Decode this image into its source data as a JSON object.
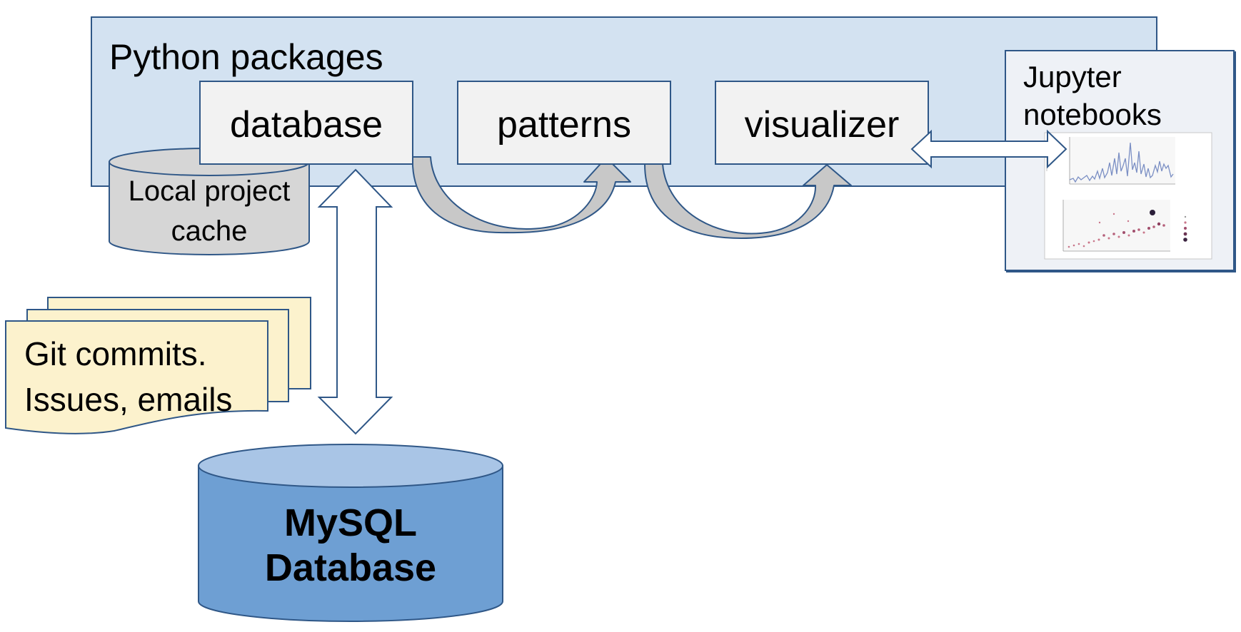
{
  "container": {
    "title": "Python packages"
  },
  "packages": {
    "database": "database",
    "patterns": "patterns",
    "visualizer": "visualizer"
  },
  "cache": {
    "line1": "Local project",
    "line2": "cache"
  },
  "sources": {
    "line1": "Git commits.",
    "line2": "Issues, emails"
  },
  "mysql": {
    "line1": "MySQL",
    "line2": "Database"
  },
  "jupyter": {
    "line1": "Jupyter",
    "line2": "notebooks"
  },
  "colors": {
    "container_fill": "#d3e2f1",
    "stroke": "#2f5787",
    "box_fill": "#f2f2f2",
    "cache_fill": "#d6d6d6",
    "note_fill": "#fcf2cd",
    "db_side": "#6e9fd3",
    "db_top": "#a9c5e6",
    "curved_arrow_fill": "#c8c8c8",
    "chart_line": "#7b8fc4",
    "chart_point": "#c9768a"
  }
}
